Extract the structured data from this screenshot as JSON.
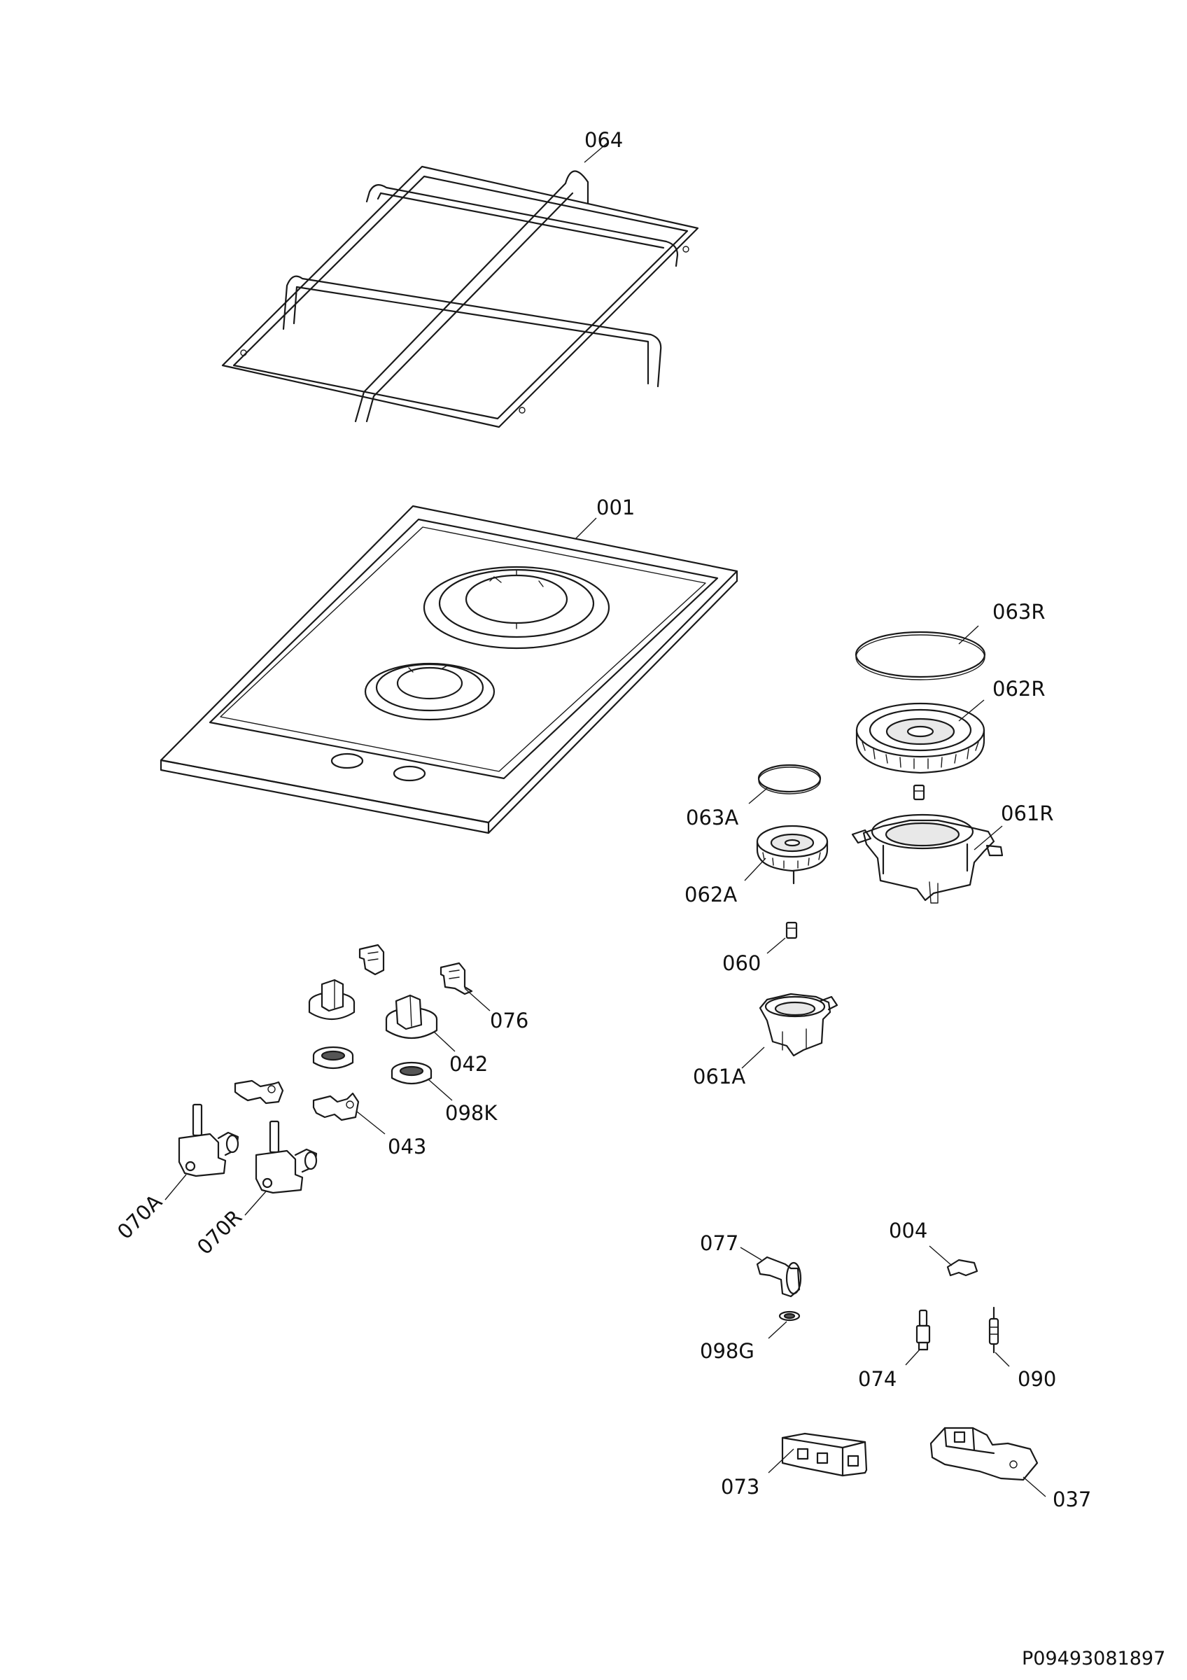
{
  "labels": {
    "l064": "064",
    "l001": "001",
    "l063R": "063R",
    "l062R": "062R",
    "l061R": "061R",
    "l063A": "063A",
    "l062A": "062A",
    "l060": "060",
    "l061A": "061A",
    "l076": "076",
    "l042": "042",
    "l098K": "098K",
    "l043": "043",
    "l070A": "070A",
    "l070R": "070R",
    "l077": "077",
    "l004": "004",
    "l098G": "098G",
    "l074": "074",
    "l090": "090",
    "l073": "073",
    "l037": "037"
  },
  "document_number": "P09493081897"
}
